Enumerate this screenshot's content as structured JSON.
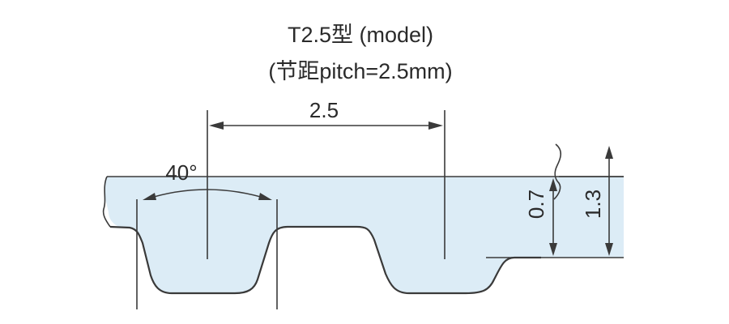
{
  "title": {
    "line1": "T2.5型 (model)",
    "line2": "(节距pitch=2.5mm)"
  },
  "dimensions": {
    "pitch": "2.5",
    "angle": "40°",
    "tooth_height": "0.7",
    "belt_height": "1.3"
  },
  "colors": {
    "belt_fill": "#dcecf6",
    "line": "#3a3a3a",
    "text": "#2a2a2a"
  }
}
